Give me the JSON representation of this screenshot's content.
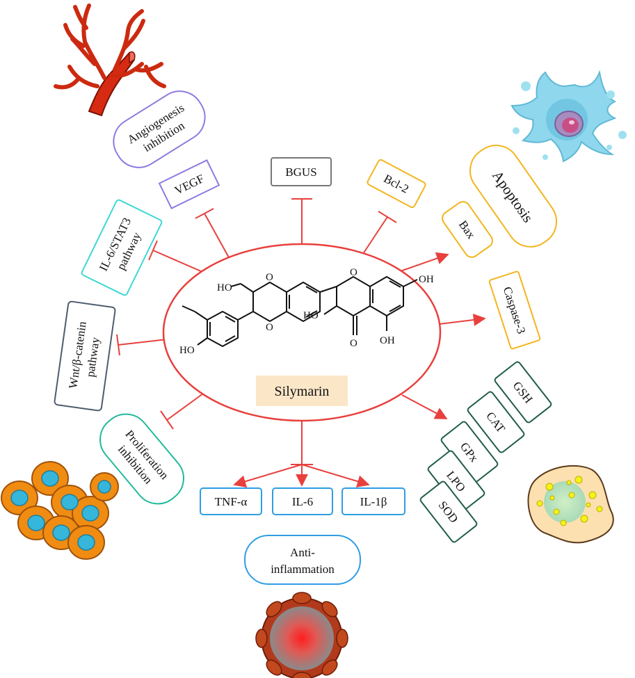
{
  "center": {
    "label": "Silymarin",
    "highlight": "#fbe7c8"
  },
  "colors": {
    "connector": "#e8403d",
    "purple": "#8f7ae0",
    "cyan": "#3fd7d4",
    "slate": "#4e5c6e",
    "teal": "#22b99a",
    "gray": "#777777",
    "yellow": "#f3b51c",
    "green": "#1f5d47",
    "blue": "#2e9ee3"
  },
  "molecule": {
    "substituents": [
      "HO",
      "O",
      "O",
      "O",
      "OH",
      "HO",
      "HO",
      "O",
      "OH"
    ]
  },
  "inhibited": {
    "vegf": "VEGF",
    "bgus": "BGUS",
    "bcl2": "Bcl-2",
    "il6_stat3": [
      "IL-6/STAT3",
      "pathway"
    ],
    "wnt": [
      "Wnt/β-catenin",
      "pathway"
    ]
  },
  "activated": {
    "bax": "Bax",
    "caspase3": "Caspase-3"
  },
  "effects": {
    "angiogenesis": [
      "Angiogenesis",
      "inhibition"
    ],
    "apoptosis": "Apoptosis",
    "proliferation": [
      "Proliferation",
      "inhibition"
    ],
    "anti_inflammation": [
      "Anti-",
      "inflammation"
    ]
  },
  "cytokines": [
    "TNF-α",
    "IL-6",
    "IL-1β"
  ],
  "antioxidants": [
    "GSH",
    "CAT",
    "GPx",
    "LPO",
    "SOD"
  ],
  "icons": {
    "vessel": "blood-vessel-icon",
    "apoptotic_cell": "apoptotic-cell-icon",
    "tumor_cells": "tumor-cells-icon",
    "lipid_cell": "lipid-droplet-cell-icon",
    "inflamed_cell": "inflamed-cell-icon"
  }
}
